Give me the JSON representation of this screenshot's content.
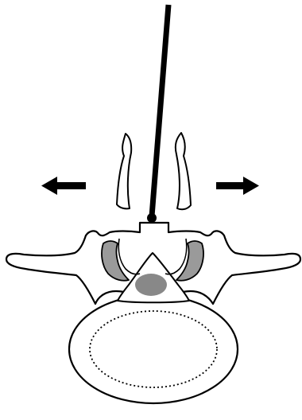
{
  "diagram": {
    "colors": {
      "stroke": "#000000",
      "bone_fill": "#ffffff",
      "ligament_fill": "#9a9a9a",
      "dura_fill": "#888888",
      "background": "#ffffff"
    },
    "arrows": {
      "left_direction": "left",
      "right_direction": "right"
    },
    "elements": [
      "instrument",
      "left-muscle-flap",
      "right-muscle-flap",
      "vertebra-posterior-arch",
      "left-transverse-process",
      "right-transverse-process",
      "left-ligament",
      "right-ligament",
      "spinal-canal",
      "dural-sac",
      "vertebral-body",
      "disc-outline"
    ]
  }
}
